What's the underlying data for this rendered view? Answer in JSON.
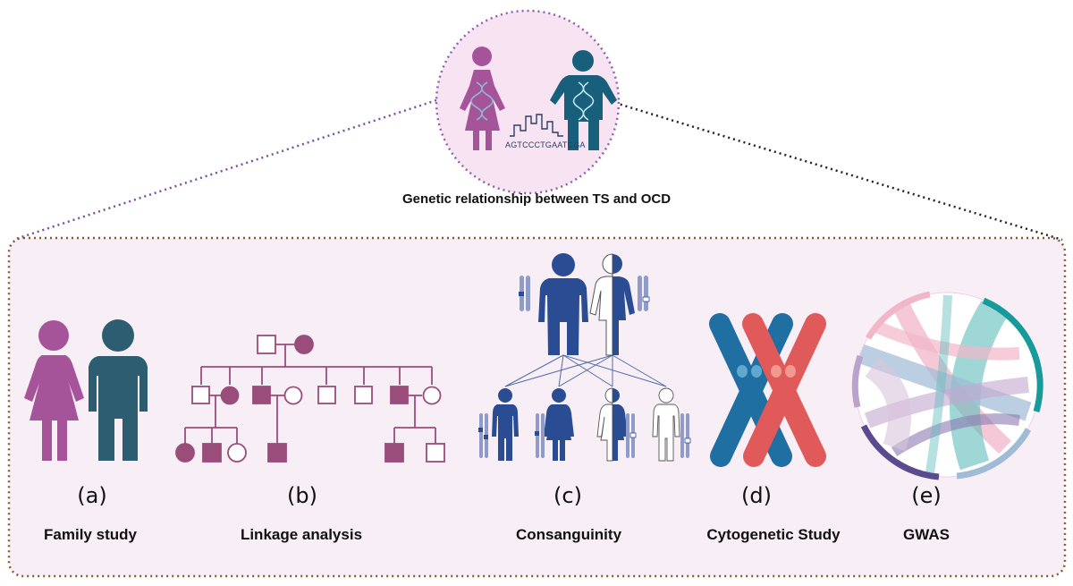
{
  "title": "Genetic relationship between TS and OCD",
  "sequence": "AGTCCCTGAATCGA",
  "colors": {
    "magenta": "#a6549a",
    "teal": "#175f7b",
    "plum": "#9a4c7b",
    "navy": "#2a4c93",
    "chrom_blue": "#1f6fa3",
    "chrom_red": "#e05a5a",
    "panel_bg": "#f8eef6",
    "panel_border": "#8a5a2e"
  },
  "panels": [
    {
      "letter": "(a)",
      "label": "Family study"
    },
    {
      "letter": "(b)",
      "label": "Linkage analysis"
    },
    {
      "letter": "(c)",
      "label": "Consanguinity"
    },
    {
      "letter": "(d)",
      "label": "Cytogenetic Study"
    },
    {
      "letter": "(e)",
      "label": "GWAS"
    }
  ]
}
